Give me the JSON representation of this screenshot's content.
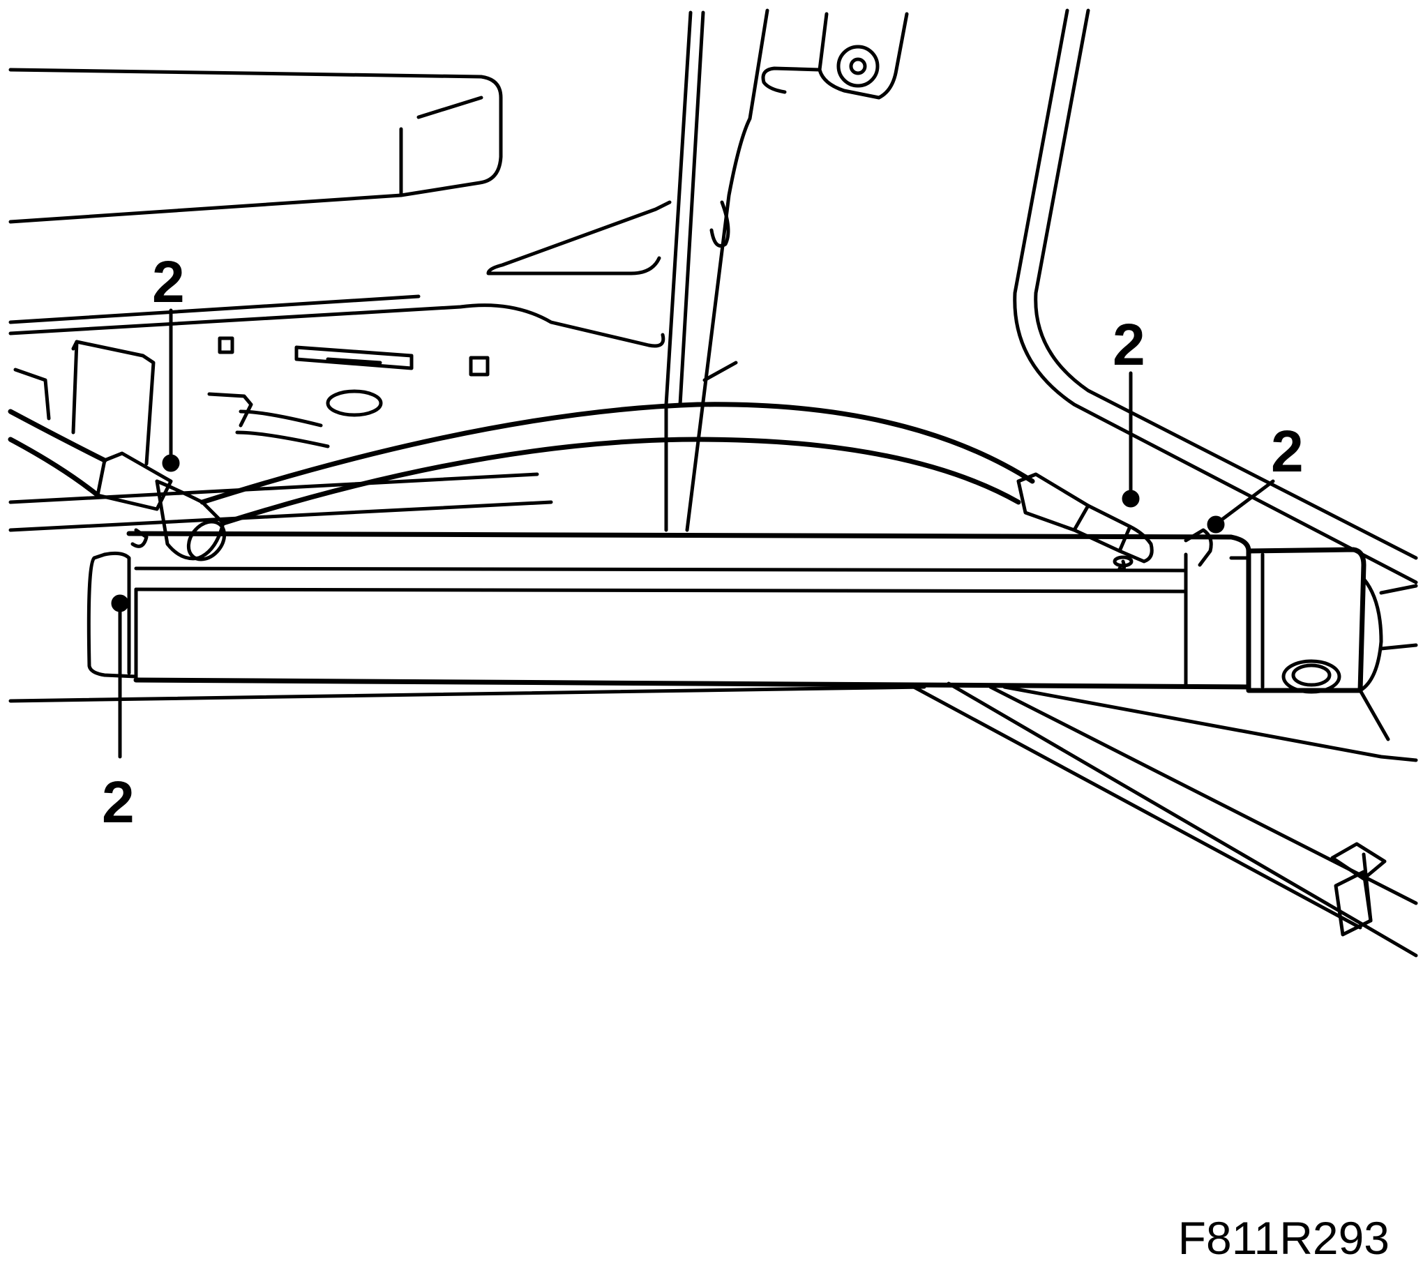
{
  "callouts": [
    {
      "id": "a",
      "label": "2"
    },
    {
      "id": "b",
      "label": "2"
    },
    {
      "id": "c",
      "label": "2"
    },
    {
      "id": "d",
      "label": "2"
    }
  ],
  "figure_id": "F811R293"
}
